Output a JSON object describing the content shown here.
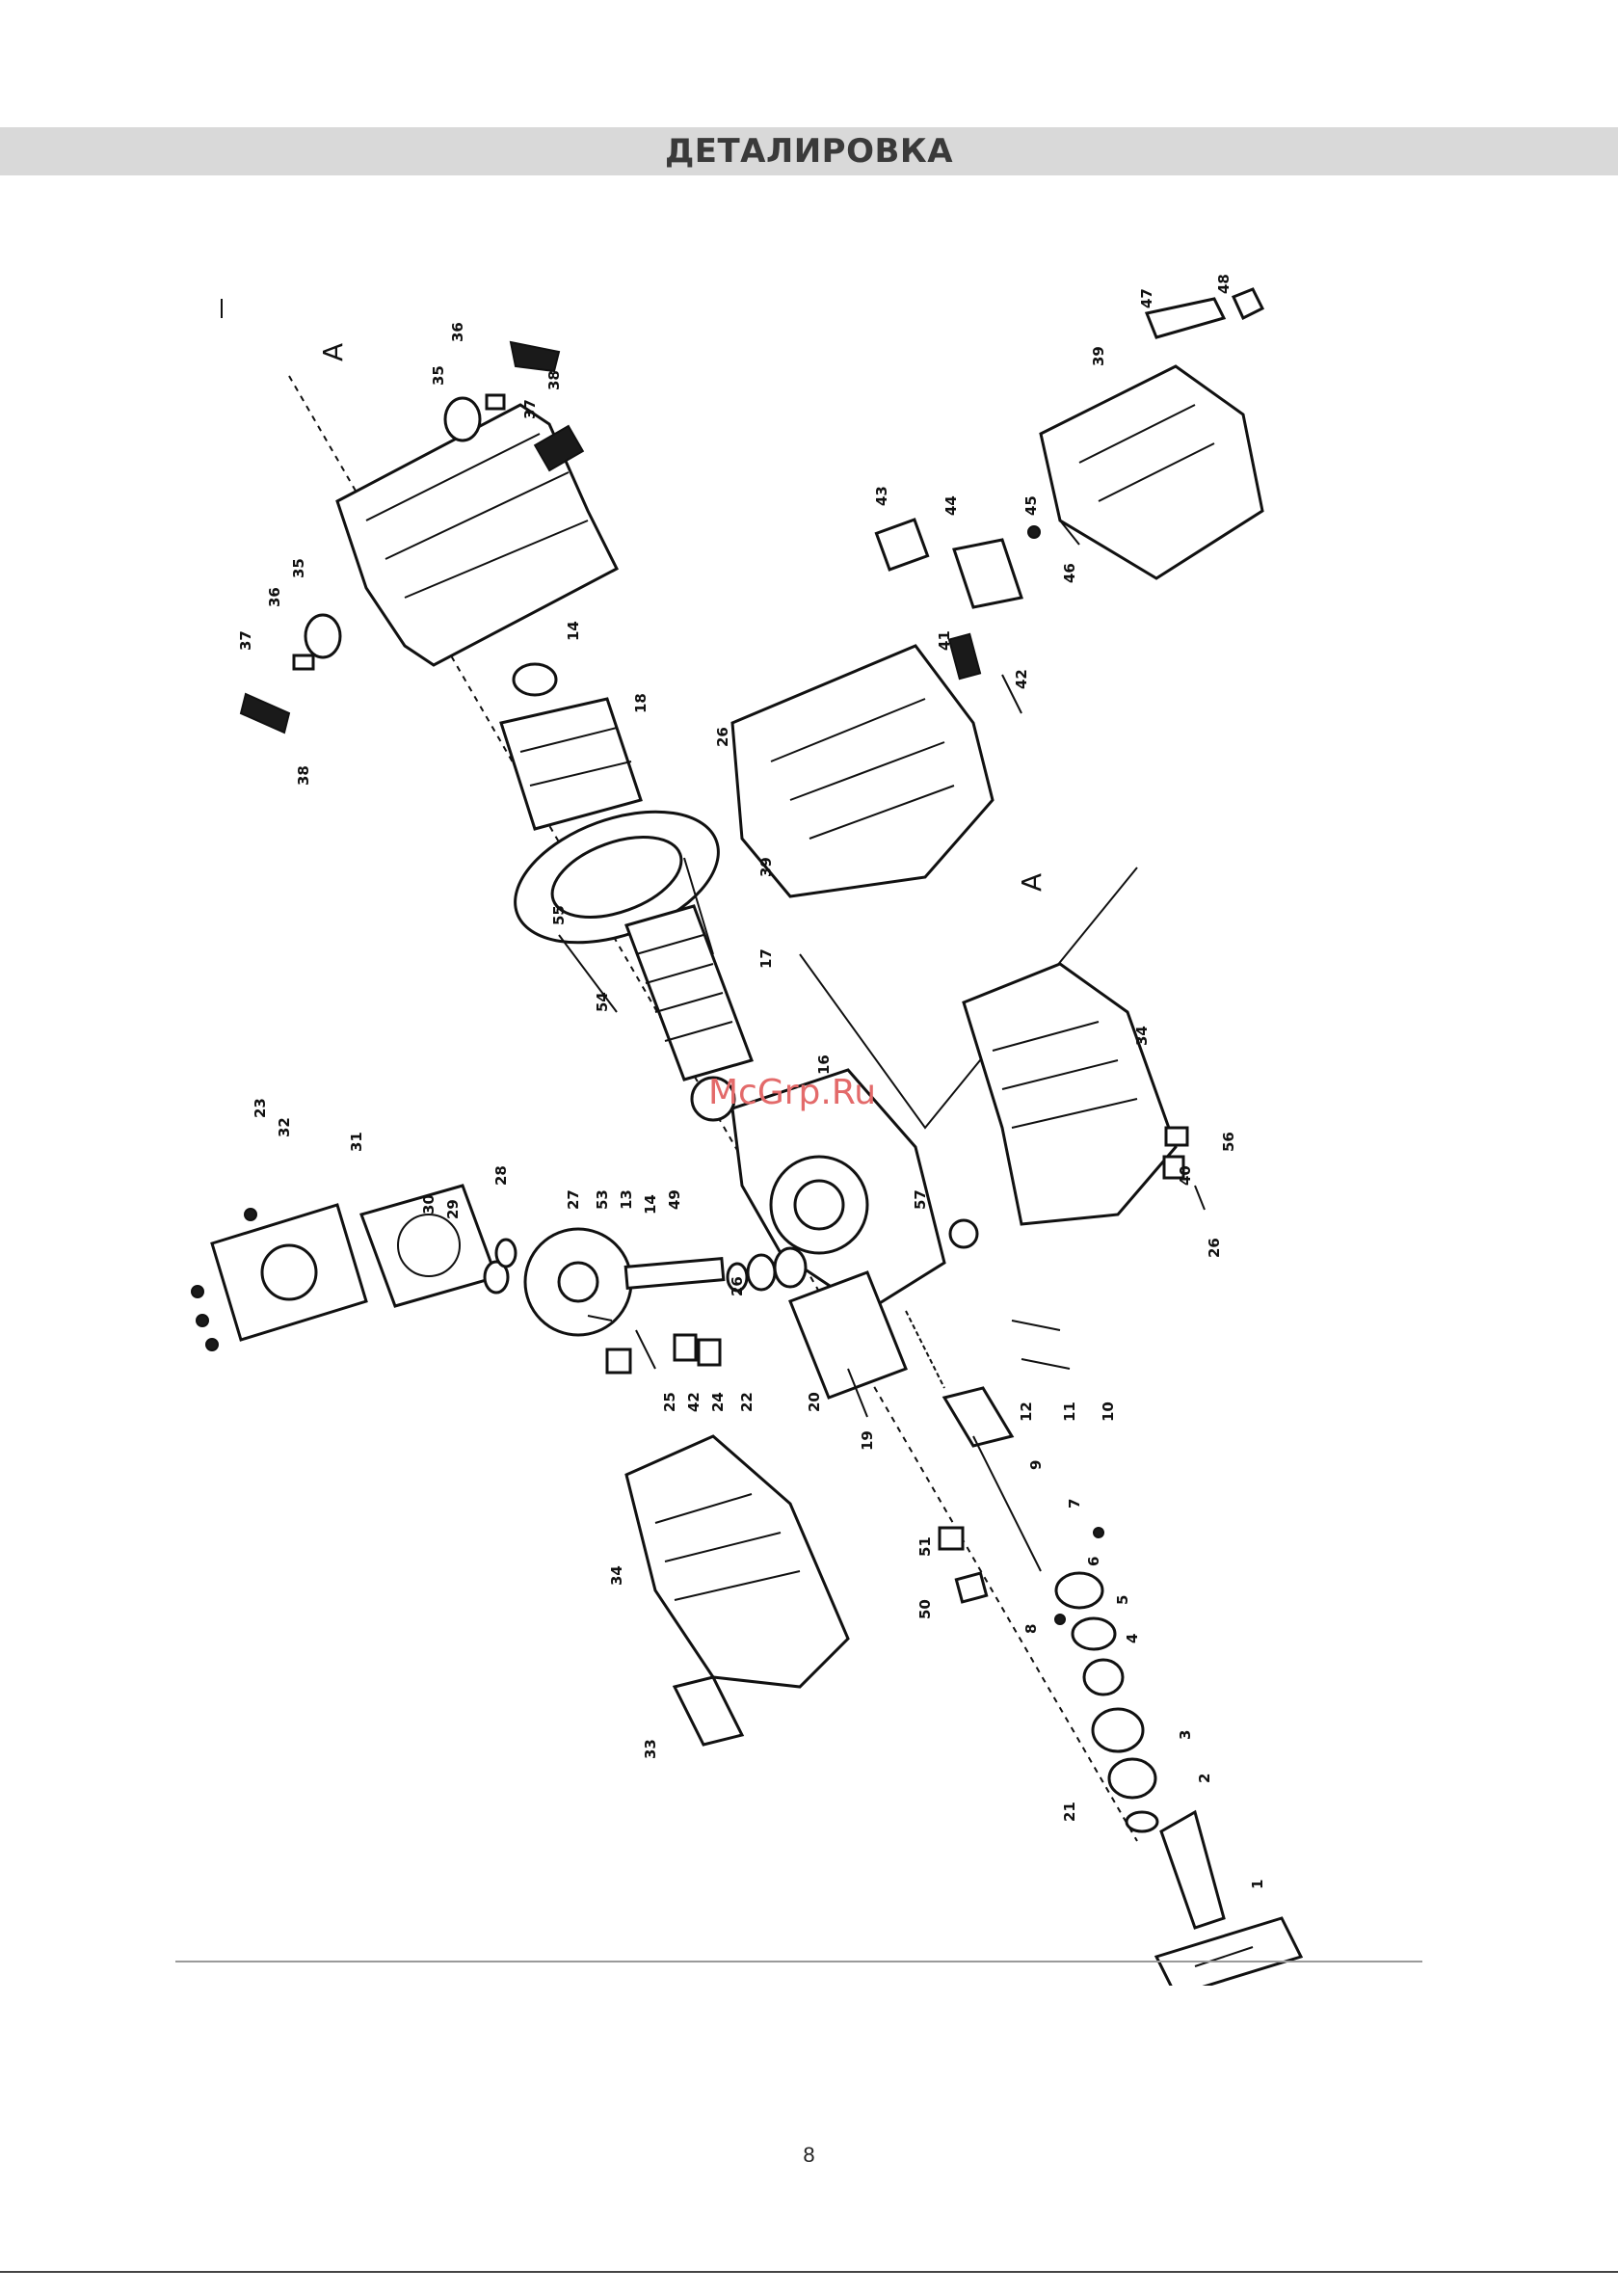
{
  "header": {
    "title": "ДЕТАЛИРОВКА"
  },
  "watermark": "McGrp.Ru",
  "page_number": "8",
  "diagram": {
    "group_marker": "A",
    "callouts": [
      "1",
      "2",
      "3",
      "4",
      "5",
      "6",
      "7",
      "8",
      "9",
      "10",
      "11",
      "12",
      "13",
      "14",
      "16",
      "17",
      "18",
      "19",
      "20",
      "21",
      "22",
      "23",
      "24",
      "25",
      "26",
      "27",
      "28",
      "29",
      "30",
      "31",
      "32",
      "33",
      "34",
      "35",
      "36",
      "37",
      "38",
      "39",
      "40",
      "41",
      "42",
      "43",
      "44",
      "45",
      "46",
      "47",
      "48",
      "49",
      "50",
      "51",
      "53",
      "54",
      "55",
      "56",
      "57"
    ]
  }
}
